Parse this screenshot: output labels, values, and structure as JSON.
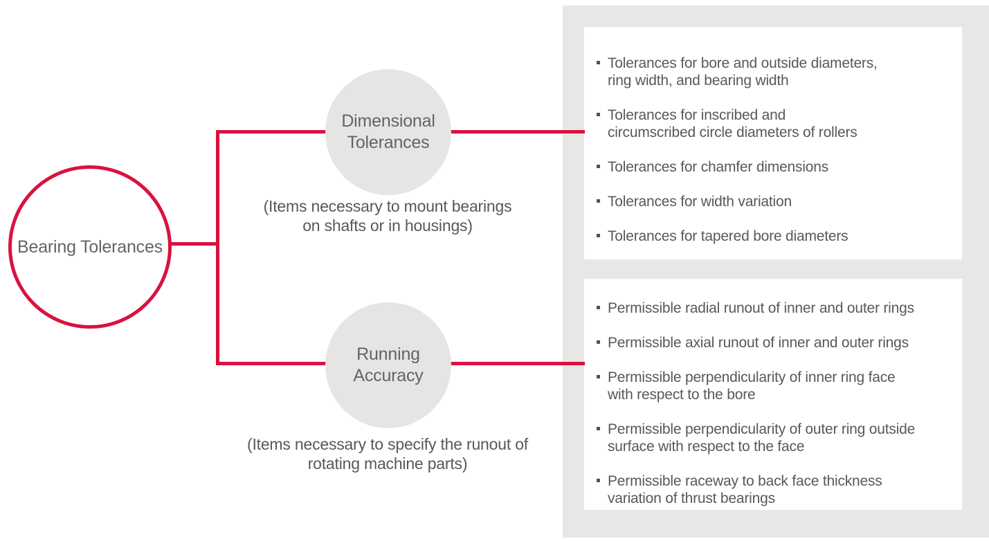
{
  "root": {
    "label": "Bearing Tolerances"
  },
  "branches": [
    {
      "node_label": "Dimensional\nTolerances",
      "caption": "(Items necessary to mount bearings\non shafts or in housings)",
      "items": [
        "Tolerances for bore and outside diameters,\nring width, and bearing width",
        "Tolerances for inscribed and\ncircumscribed circle diameters of rollers",
        "Tolerances for chamfer dimensions",
        "Tolerances for width variation",
        "Tolerances for tapered bore diameters"
      ]
    },
    {
      "node_label": "Running\nAccuracy",
      "caption": "(Items necessary to specify the runout of\nrotating machine parts)",
      "items": [
        "Permissible radial runout of inner and outer rings",
        "Permissible axial runout of inner and outer rings",
        "Permissible perpendicularity of inner ring face\nwith respect to the bore",
        "Permissible perpendicularity of outer ring outside\nsurface with respect to the face",
        "Permissible raceway to back face thickness\nvariation of thrust bearings"
      ]
    }
  ],
  "colors": {
    "accent_red": "#d9123e",
    "node_gray": "#e6e5e4",
    "panel_gray": "#e8e7e5",
    "text_gray": "#57585a"
  }
}
